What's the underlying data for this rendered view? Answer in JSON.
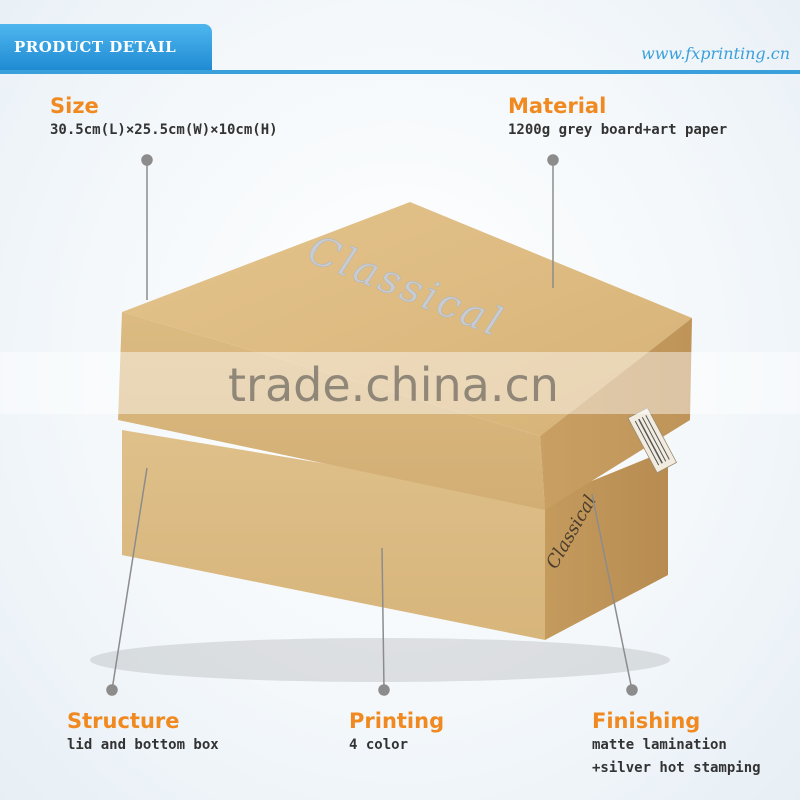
{
  "header": {
    "tab_label": "PRODUCT DETAIL",
    "site_url": "www.fxprinting.cn"
  },
  "specs": {
    "size": {
      "title": "Size",
      "value": "30.5cm(L)×25.5cm(W)×10cm(H)"
    },
    "material": {
      "title": "Material",
      "value": "1200g grey board+art paper"
    },
    "structure": {
      "title": "Structure",
      "value": "lid and bottom box"
    },
    "printing": {
      "title": "Printing",
      "value": "4 color"
    },
    "finishing": {
      "title": "Finishing",
      "value_line1": "matte lamination",
      "value_line2": "+silver hot stamping"
    }
  },
  "product": {
    "brand_on_lid": "Classical",
    "brand_on_side": "Classical"
  },
  "watermark": "trade.china.cn",
  "colors": {
    "accent_blue": "#3aa0dc",
    "title_orange": "#f08a20",
    "kraft": "#d9b77e"
  }
}
